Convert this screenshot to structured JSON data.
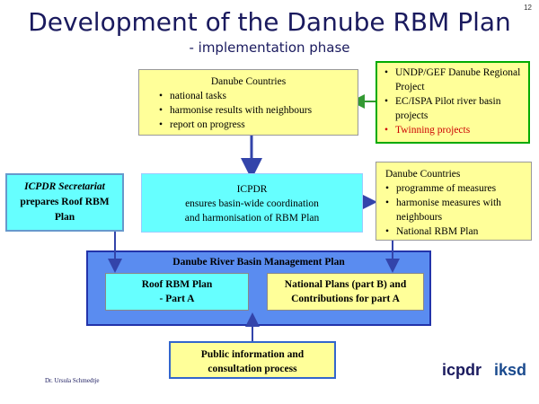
{
  "page_number": "12",
  "title": "Development of the Danube RBM Plan",
  "subtitle": "- implementation phase",
  "danube_countries_top": {
    "heading": "Danube Countries",
    "items": [
      "national tasks",
      "harmonise results with neighbours",
      "report on progress"
    ]
  },
  "undp_box": {
    "items": [
      "UNDP/GEF Danube Regional Project",
      "EC/ISPA Pilot river basin projects",
      "Twinning projects"
    ]
  },
  "secretariat": {
    "line1": "ICPDR Secretariat",
    "line2": "prepares Roof RBM Plan"
  },
  "icpdr": {
    "heading": "ICPDR",
    "line1": "ensures basin-wide coordination",
    "line2": "and harmonisation of RBM Plan"
  },
  "danube_countries_right": {
    "heading": "Danube Countries",
    "items": [
      "programme of measures",
      "harmonise measures with neighbours",
      "National RBM Plan"
    ]
  },
  "plan": {
    "heading": "Danube River Basin Management Plan",
    "part_a_line1": "Roof RBM Plan",
    "part_a_line2": "- Part A",
    "part_b_line1": "National Plans (part B) and",
    "part_b_line2": "Contributions for part A"
  },
  "public": {
    "line1": "Public information and",
    "line2": "consultation process"
  },
  "footer": "Dr. Ursula Schmedtje",
  "logos": {
    "left": "icpdr",
    "right": "iksd"
  },
  "colors": {
    "yellow": "#ffff99",
    "cyan": "#66ffff",
    "arrow_blue": "#3344aa",
    "arrow_green": "#339933",
    "plan_bg": "#5588ee"
  }
}
